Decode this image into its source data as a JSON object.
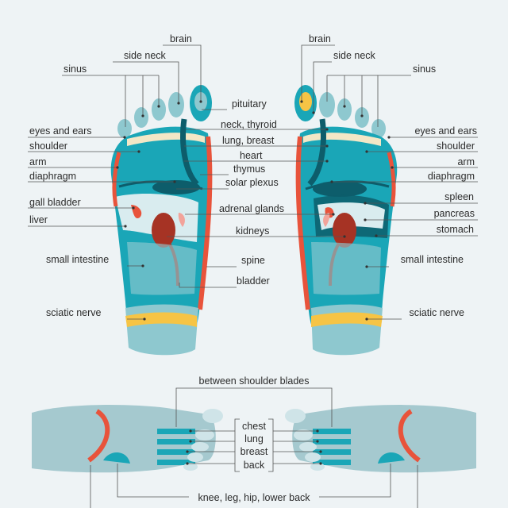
{
  "colors": {
    "background": "#eef3f5",
    "foot_teal": "#1aa6b7",
    "foot_light": "#8ec8cf",
    "foot_grey": "#a5c9cf",
    "dark_teal": "#0d5d6b",
    "red": "#e8533b",
    "dark_red": "#a63324",
    "yellow": "#f6c445",
    "pale": "#d9ecef",
    "cream": "#f3e7c6",
    "pink": "#f2a39a"
  },
  "labels": {
    "brain": "brain",
    "side_neck": "side neck",
    "sinus": "sinus",
    "pituitary": "pituitary",
    "neck_thyroid": "neck, thyroid",
    "lung_breast": "lung, breast",
    "heart": "heart",
    "thymus": "thymus",
    "solar_plexus": "solar plexus",
    "eyes_ears": "eyes and ears",
    "shoulder": "shoulder",
    "arm": "arm",
    "diaphragm": "diaphragm",
    "gall_bladder": "gall bladder",
    "liver": "liver",
    "spleen": "spleen",
    "pancreas": "pancreas",
    "stomach": "stomach",
    "adrenal_glands": "adrenal glands",
    "kidneys": "kidneys",
    "small_intestine": "small intestine",
    "spine": "spine",
    "bladder": "bladder",
    "sciatic_nerve": "sciatic nerve",
    "between_shoulder_blades": "between shoulder blades",
    "chest": "chest",
    "lung": "lung",
    "breast": "breast",
    "back": "back",
    "knee_leg_hip": "knee, leg, hip, lower back"
  }
}
